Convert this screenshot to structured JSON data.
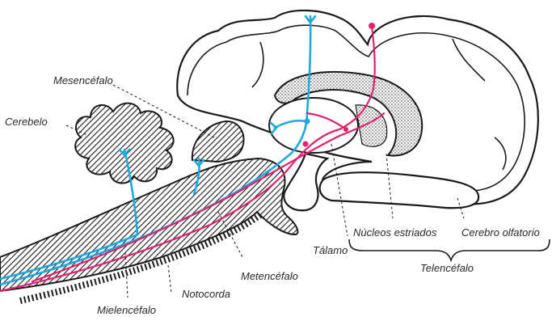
{
  "labels": {
    "mesencefalo": "Mesencéfalo",
    "cerebelo": "Cerebelo",
    "nucleos": "Núcleos estriados",
    "cerebro_olfatorio": "Cerebro olfatorio",
    "talamo": "Tálamo",
    "telencefalo": "Telencéfalo",
    "metencefalo": "Metencéfalo",
    "notocorda": "Notocorda",
    "mielencefalo": "Mielencéfalo"
  },
  "colors": {
    "pathway_blue": "#1fa8dd",
    "pathway_pink": "#e0226e",
    "outline": "#1a1a1a"
  }
}
